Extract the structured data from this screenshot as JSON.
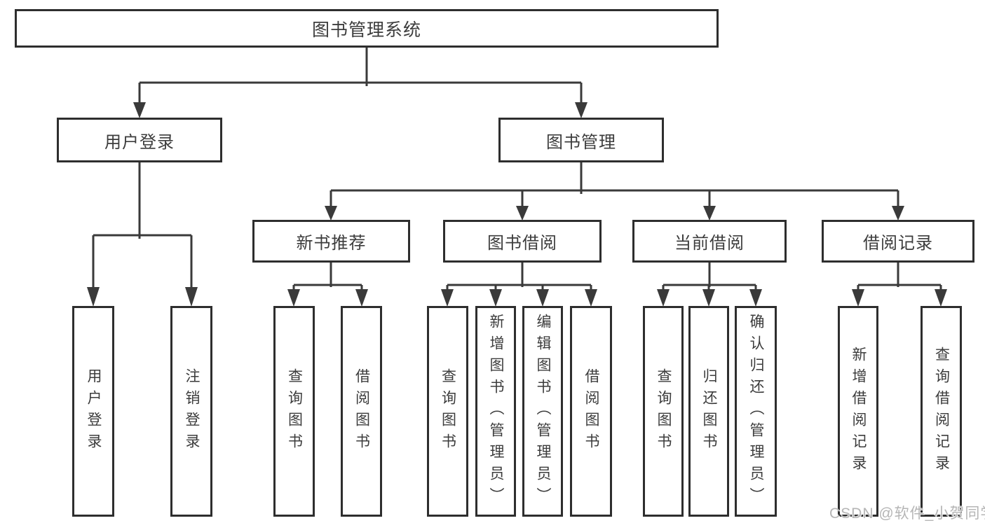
{
  "tree": {
    "root": "图书管理系统",
    "branches": [
      {
        "label": "用户登录",
        "leaves": [
          "用户登录",
          "注销登录"
        ]
      },
      {
        "label": "图书管理",
        "groups": [
          {
            "label": "新书推荐",
            "leaves": [
              "查询图书",
              "借阅图书"
            ]
          },
          {
            "label": "图书借阅",
            "leaves": [
              "查询图书",
              "新增图书（管理员）",
              "编辑图书（管理员）",
              "借阅图书"
            ]
          },
          {
            "label": "当前借阅",
            "leaves": [
              "查询图书",
              "归还图书",
              "确认归还（管理员）"
            ]
          },
          {
            "label": "借阅记录",
            "leaves": [
              "新增借阅记录",
              "查询借阅记录"
            ]
          }
        ]
      }
    ]
  },
  "watermark": "CSDN @软件_小贺同学",
  "colors": {
    "line": "#3a3a3a",
    "box_border": "#2e2e2e",
    "text": "#3c3c3c",
    "watermark": "#b5b5b5",
    "background": "#ffffff"
  }
}
